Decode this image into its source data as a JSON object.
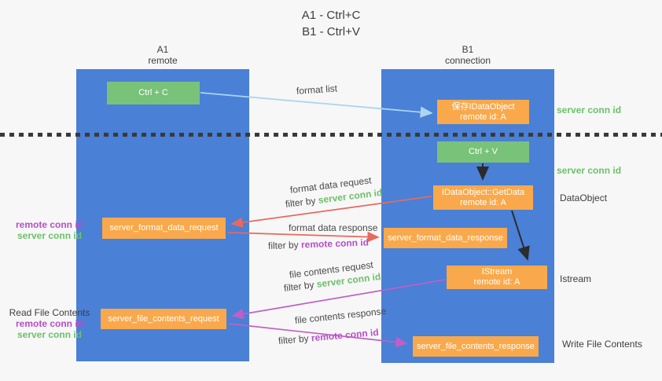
{
  "title": {
    "line1": "A1 - Ctrl+C",
    "line2": "B1 - Ctrl+V"
  },
  "columns": {
    "a1": {
      "label": "A1",
      "sublabel": "remote"
    },
    "b1": {
      "label": "B1",
      "sublabel": "connection"
    }
  },
  "nodes": {
    "ctrl_c": "Ctrl + C",
    "ctrl_v": "Ctrl + V",
    "save_dataobject": {
      "line1": "保存IDataObject",
      "line2": "remote id: A"
    },
    "getdata": {
      "line1": "IDataObject::GetData",
      "line2": "remote id: A"
    },
    "istream": {
      "line1": "IStream",
      "line2": "remote id: A"
    },
    "format_request": "server_format_data_request",
    "format_response": "server_format_data_response",
    "file_request": "server_file_contents_request",
    "file_response": "server_file_contents_response"
  },
  "arrow_labels": {
    "format_list": "format list",
    "format_data_request": "format data request",
    "format_data_response": "format data response",
    "file_contents_request": "file contents request",
    "file_contents_response": "file contents response",
    "filter_by": "filter by ",
    "server_conn_id": "server conn id",
    "remote_conn_id": "remote conn id"
  },
  "side_labels": {
    "server_conn_id": "server conn id",
    "remote_conn_id": "remote conn id",
    "dataobject": "DataObject",
    "istream": "Istream",
    "read_file_contents": "Read File Contents",
    "write_file_contents": "Write File Contents"
  },
  "colors": {
    "column_blue": "#4a80d6",
    "box_green": "#79c279",
    "box_orange": "#f9a94b",
    "arrow_blue": "#aad4f0",
    "arrow_red": "#e8695d",
    "arrow_magenta": "#c05fc5",
    "arrow_black": "#2b2b2b",
    "text_green": "#6cc06a",
    "text_purple": "#b44fc8",
    "text_dark": "#3d3d3d"
  }
}
